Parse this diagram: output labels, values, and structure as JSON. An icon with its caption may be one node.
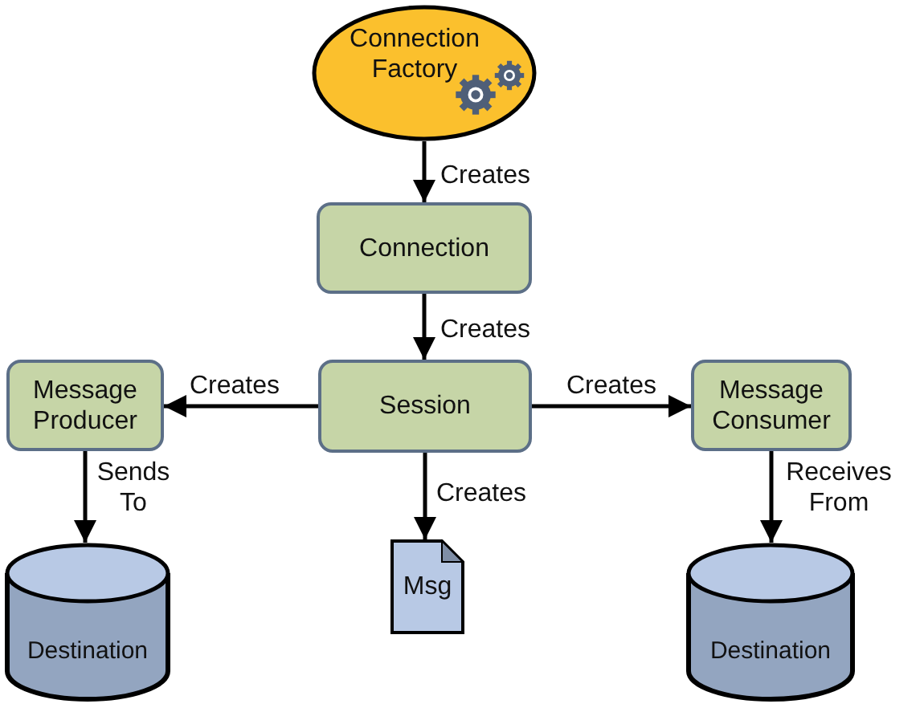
{
  "diagram": {
    "nodes": [
      {
        "text": [
          "Connection Factory"
        ]
      },
      {
        "text": [
          "Connection"
        ]
      },
      {
        "text": [
          "Session"
        ]
      },
      {
        "text": [
          "Message Producer"
        ]
      },
      {
        "text": [
          "Message Consumer"
        ]
      },
      {
        "text": [
          "Msg"
        ]
      },
      {
        "text": [
          "Destination"
        ]
      },
      {
        "text": [
          "Destination"
        ]
      }
    ],
    "edges": [
      {
        "from": 0,
        "to": 1,
        "arrow": "to",
        "label": "Creates"
      },
      {
        "from": 1,
        "to": 2,
        "arrow": "to",
        "label": "Creates"
      },
      {
        "from": 2,
        "to": 3,
        "arrow": "to",
        "label": "Creates"
      },
      {
        "from": 2,
        "to": 4,
        "arrow": "to",
        "label": "Creates"
      },
      {
        "from": 2,
        "to": 5,
        "arrow": "to",
        "label": "Creates"
      },
      {
        "from": 3,
        "to": 6,
        "arrow": "to",
        "label": "Sends To"
      },
      {
        "from": 4,
        "to": 7,
        "arrow": "to",
        "label": "Receives From"
      }
    ]
  }
}
